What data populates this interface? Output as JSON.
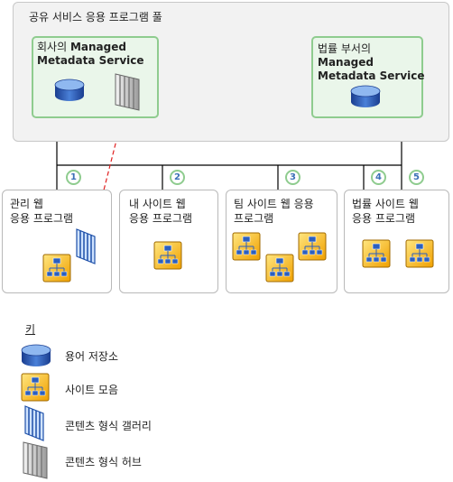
{
  "pool": {
    "title": "공유 서비스 응용 프로그램 풀"
  },
  "services": [
    {
      "line1": "회사의 ",
      "line1_bold": "Managed",
      "line2": "Metadata Service"
    },
    {
      "line1": "법률 부서의",
      "line1_bold": "",
      "line2": "Managed",
      "line3": "Metadata Service"
    }
  ],
  "apps": [
    {
      "line1": "관리 웹",
      "line2": "응용 프로그램"
    },
    {
      "line1": "내 사이트 웹",
      "line2": "응용 프로그램"
    },
    {
      "line1": "팀 사이트 웹 응용",
      "line2": "프로그램"
    },
    {
      "line1": "법률 사이트 웹",
      "line2": "응용 프로그램"
    }
  ],
  "numbers": [
    "1",
    "2",
    "3",
    "4",
    "5"
  ],
  "legend": {
    "title": "키",
    "items": [
      {
        "icon": "database-icon",
        "label": "용어 저장소"
      },
      {
        "icon": "site-collection-icon",
        "label": "사이트 모음"
      },
      {
        "icon": "content-type-gallery-icon",
        "label": "콘텐츠 형식 갤러리"
      },
      {
        "icon": "content-type-hub-icon",
        "label": "콘텐츠 형식 허브"
      }
    ]
  },
  "colors": {
    "connector_dashed": "#e02020",
    "service_border": "#8fcc8f",
    "number_text": "#3b6fb6"
  }
}
